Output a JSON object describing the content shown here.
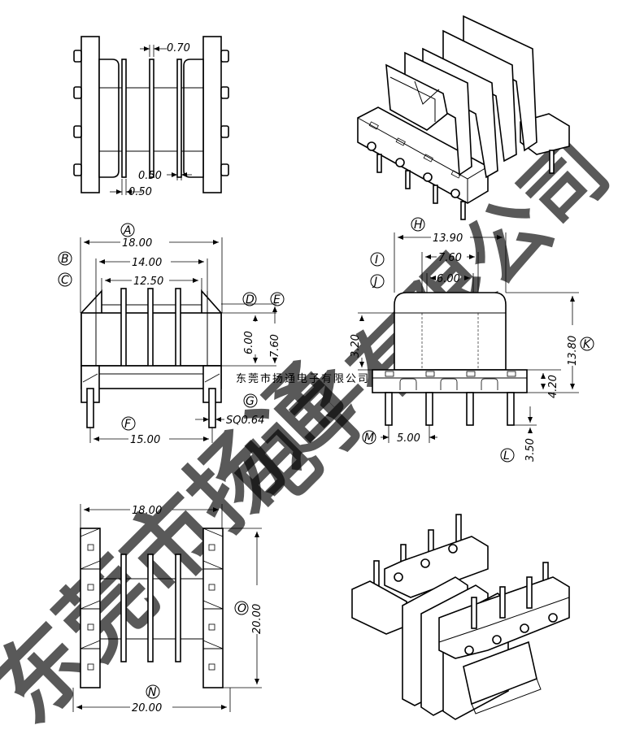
{
  "watermark": {
    "big_left": "东莞市扬通",
    "big_right": "电子有限公司",
    "small": "东莞市扬通电子有限公司"
  },
  "top_view": {
    "d1": "0.70",
    "d2": "0.50",
    "d3": "0.50"
  },
  "front_view": {
    "A": "A",
    "B": "B",
    "C": "C",
    "D": "D",
    "E": "E",
    "F": "F",
    "G": "G",
    "d18": "18.00",
    "d14": "14.00",
    "d125": "12.50",
    "d6": "6.00",
    "d76": "7.60",
    "d15": "15.00",
    "sq": "SQ0.64"
  },
  "side_view": {
    "H": "H",
    "I": "I",
    "J": "J",
    "K": "K",
    "L": "L",
    "M": "M",
    "d139": "13.90",
    "d76": "7.60",
    "d6": "6.00",
    "d32": "3.20",
    "d138": "13.80",
    "d42": "4.20",
    "d5": "5.00",
    "d35": "3.50"
  },
  "bottom_view": {
    "N": "N",
    "O": "O",
    "d18": "18.00",
    "d20w": "20.00",
    "d20h": "20.00"
  }
}
